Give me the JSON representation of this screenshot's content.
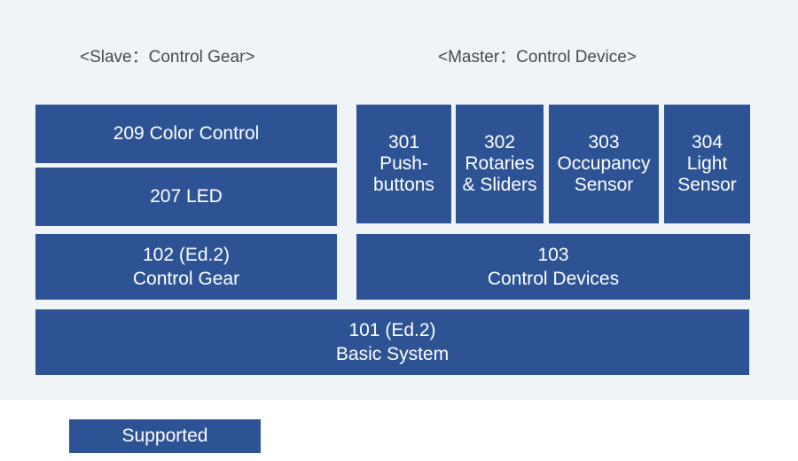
{
  "headings": {
    "slave": "<Slave：Control Gear>",
    "master": "<Master：Control Device>"
  },
  "blocks": {
    "b209": "209 Color Control",
    "b207": "207 LED",
    "b102": "102 (Ed.2)\nControl Gear",
    "b301": "301\nPush-\nbuttons",
    "b302": "302\nRotaries\n& Sliders",
    "b303": "303\nOccupancy\nSensor",
    "b304": "304\nLight\nSensor",
    "b103": "103\nControl Devices",
    "b101": "101 (Ed.2)\nBasic System"
  },
  "legend": {
    "supported": "Supported"
  },
  "colors": {
    "block_fill": "#2e5395",
    "panel_background": "#f1f4f6",
    "heading_text": "#444c52"
  }
}
